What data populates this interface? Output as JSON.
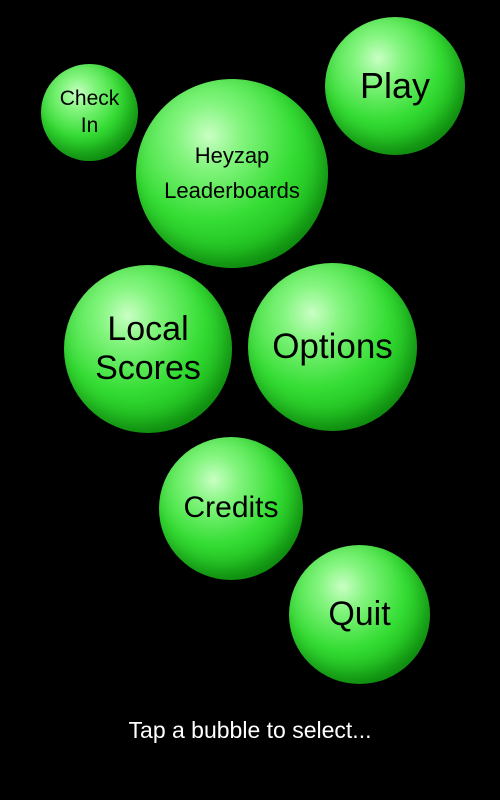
{
  "menu": {
    "check_in": "Check\nIn",
    "heyzap_leaderboards": "Heyzap\nLeaderboards",
    "play": "Play",
    "local_scores": "Local\nScores",
    "options": "Options",
    "credits": "Credits",
    "quit": "Quit"
  },
  "hint": "Tap a bubble to select...",
  "colors": {
    "background": "#000000",
    "bubble_green": "#2fd32f",
    "hint_text": "#ffffff"
  }
}
